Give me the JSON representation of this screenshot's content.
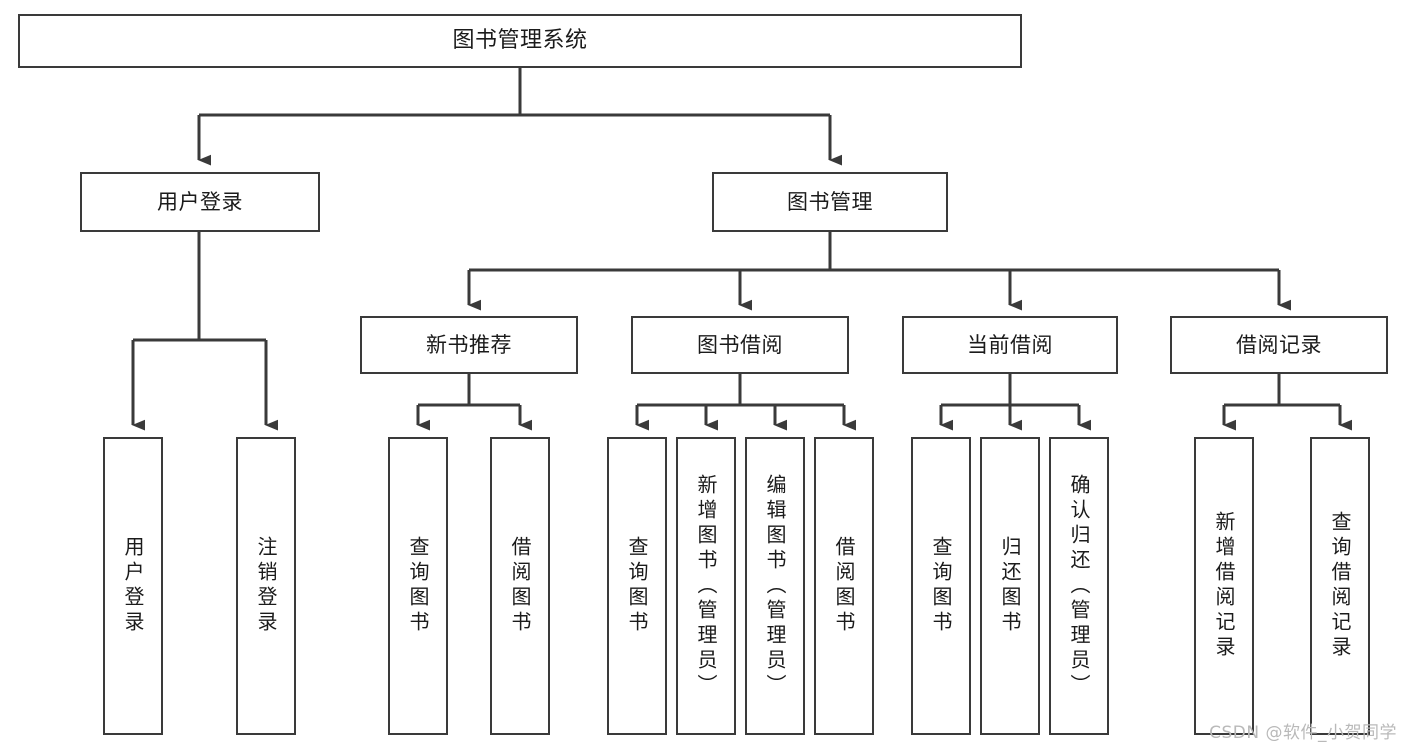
{
  "diagram": {
    "title": "图书管理系统",
    "type": "tree-hierarchy-chart",
    "watermark": "CSDN @软件_小贺同学",
    "colors": {
      "stroke": "#3a3a3a",
      "fill": "#ffffff",
      "text": "#1b1b1b",
      "watermark": "#b9b9b9"
    },
    "root": {
      "label": "图书管理系统"
    },
    "level1": [
      {
        "label": "用户登录"
      },
      {
        "label": "图书管理"
      }
    ],
    "level2": [
      {
        "label": "新书推荐"
      },
      {
        "label": "图书借阅"
      },
      {
        "label": "当前借阅"
      },
      {
        "label": "借阅记录"
      }
    ],
    "leaves": {
      "user_login": [
        {
          "label": "用户登录"
        },
        {
          "label": "注销登录"
        }
      ],
      "new_book": [
        {
          "label": "查询图书"
        },
        {
          "label": "借阅图书"
        }
      ],
      "book_borrow": [
        {
          "label": "查询图书"
        },
        {
          "label": "新增图书（管理员）"
        },
        {
          "label": "编辑图书（管理员）"
        },
        {
          "label": "借阅图书"
        }
      ],
      "current_borrow": [
        {
          "label": "查询图书"
        },
        {
          "label": "归还图书"
        },
        {
          "label": "确认归还（管理员）"
        }
      ],
      "borrow_record": [
        {
          "label": "新增借阅记录"
        },
        {
          "label": "查询借阅记录"
        }
      ]
    }
  }
}
